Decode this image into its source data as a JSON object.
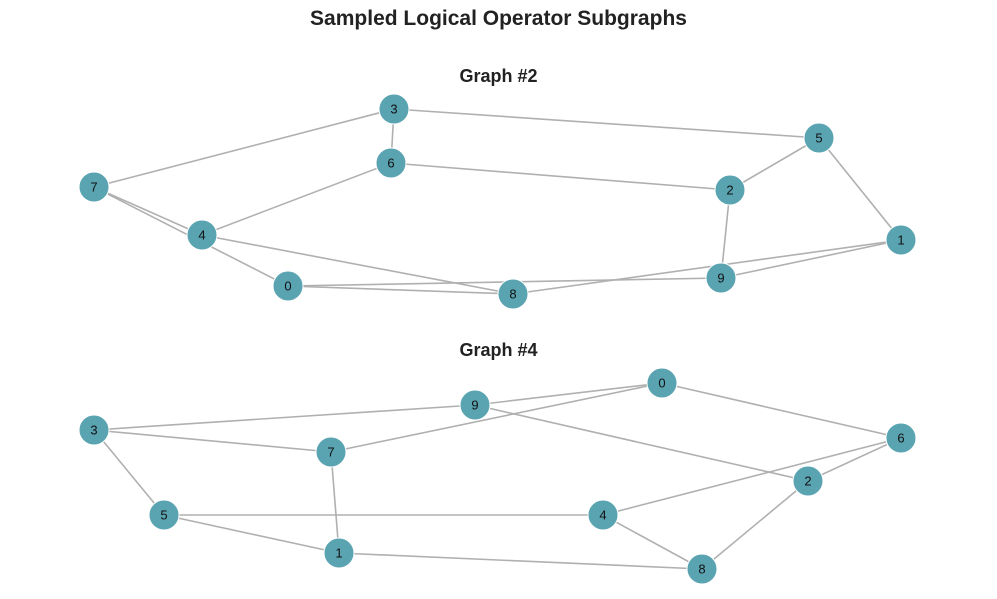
{
  "title": "Sampled Logical Operator Subgraphs",
  "colors": {
    "node": "#5aa3b1",
    "edge": "#b0b0b0",
    "text": "#222222"
  },
  "graphs": [
    {
      "title": "Graph #2",
      "nodes": [
        "0",
        "1",
        "2",
        "3",
        "4",
        "5",
        "6",
        "7",
        "8",
        "9"
      ],
      "edges": [
        [
          "7",
          "3"
        ],
        [
          "3",
          "6"
        ],
        [
          "3",
          "5"
        ],
        [
          "7",
          "4"
        ],
        [
          "7",
          "0"
        ],
        [
          "6",
          "4"
        ],
        [
          "6",
          "2"
        ],
        [
          "5",
          "2"
        ],
        [
          "5",
          "1"
        ],
        [
          "2",
          "9"
        ],
        [
          "4",
          "8"
        ],
        [
          "0",
          "8"
        ],
        [
          "0",
          "9"
        ],
        [
          "8",
          "1"
        ],
        [
          "9",
          "1"
        ]
      ]
    },
    {
      "title": "Graph #4",
      "nodes": [
        "0",
        "1",
        "2",
        "3",
        "4",
        "5",
        "6",
        "7",
        "8",
        "9"
      ],
      "edges": [
        [
          "3",
          "9"
        ],
        [
          "3",
          "7"
        ],
        [
          "3",
          "5"
        ],
        [
          "9",
          "0"
        ],
        [
          "9",
          "2"
        ],
        [
          "0",
          "7"
        ],
        [
          "0",
          "6"
        ],
        [
          "6",
          "4"
        ],
        [
          "6",
          "2"
        ],
        [
          "7",
          "1"
        ],
        [
          "5",
          "4"
        ],
        [
          "5",
          "1"
        ],
        [
          "1",
          "8"
        ],
        [
          "4",
          "8"
        ],
        [
          "2",
          "8"
        ]
      ]
    }
  ]
}
